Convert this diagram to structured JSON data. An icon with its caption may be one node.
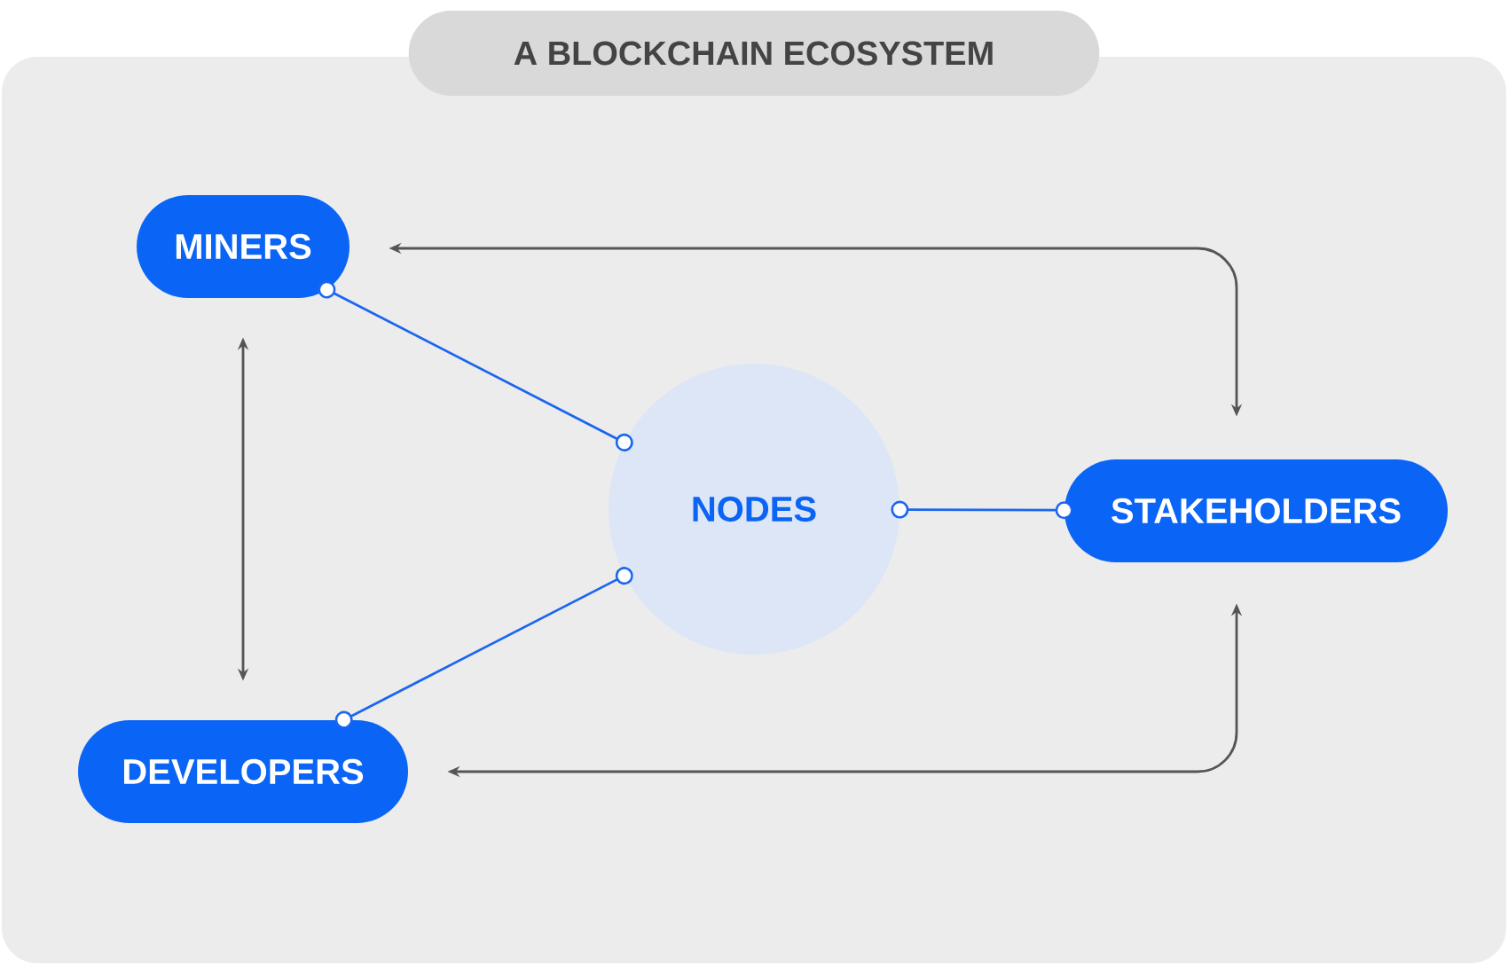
{
  "diagram": {
    "title": "A BLOCKCHAIN ECOSYSTEM",
    "nodes": [
      {
        "text": [
          "MINERS"
        ]
      },
      {
        "text": [
          "NODES"
        ]
      },
      {
        "text": [
          "STAKEHOLDERS"
        ]
      },
      {
        "text": [
          "DEVELOPERS"
        ]
      }
    ],
    "edges": [
      {
        "from": 0,
        "to": 1,
        "arrow": "other",
        "color": "#1a66f0"
      },
      {
        "from": 1,
        "to": 2,
        "arrow": "other",
        "color": "#1a66f0"
      },
      {
        "from": 1,
        "to": 3,
        "arrow": "other",
        "color": "#1a66f0"
      },
      {
        "from": 0,
        "to": 3,
        "arrow": "both",
        "color": "#555555"
      },
      {
        "from": 2,
        "to": 0,
        "arrow": "both",
        "color": "#555555"
      },
      {
        "from": 2,
        "to": 3,
        "arrow": "both",
        "color": "#555555"
      }
    ]
  }
}
